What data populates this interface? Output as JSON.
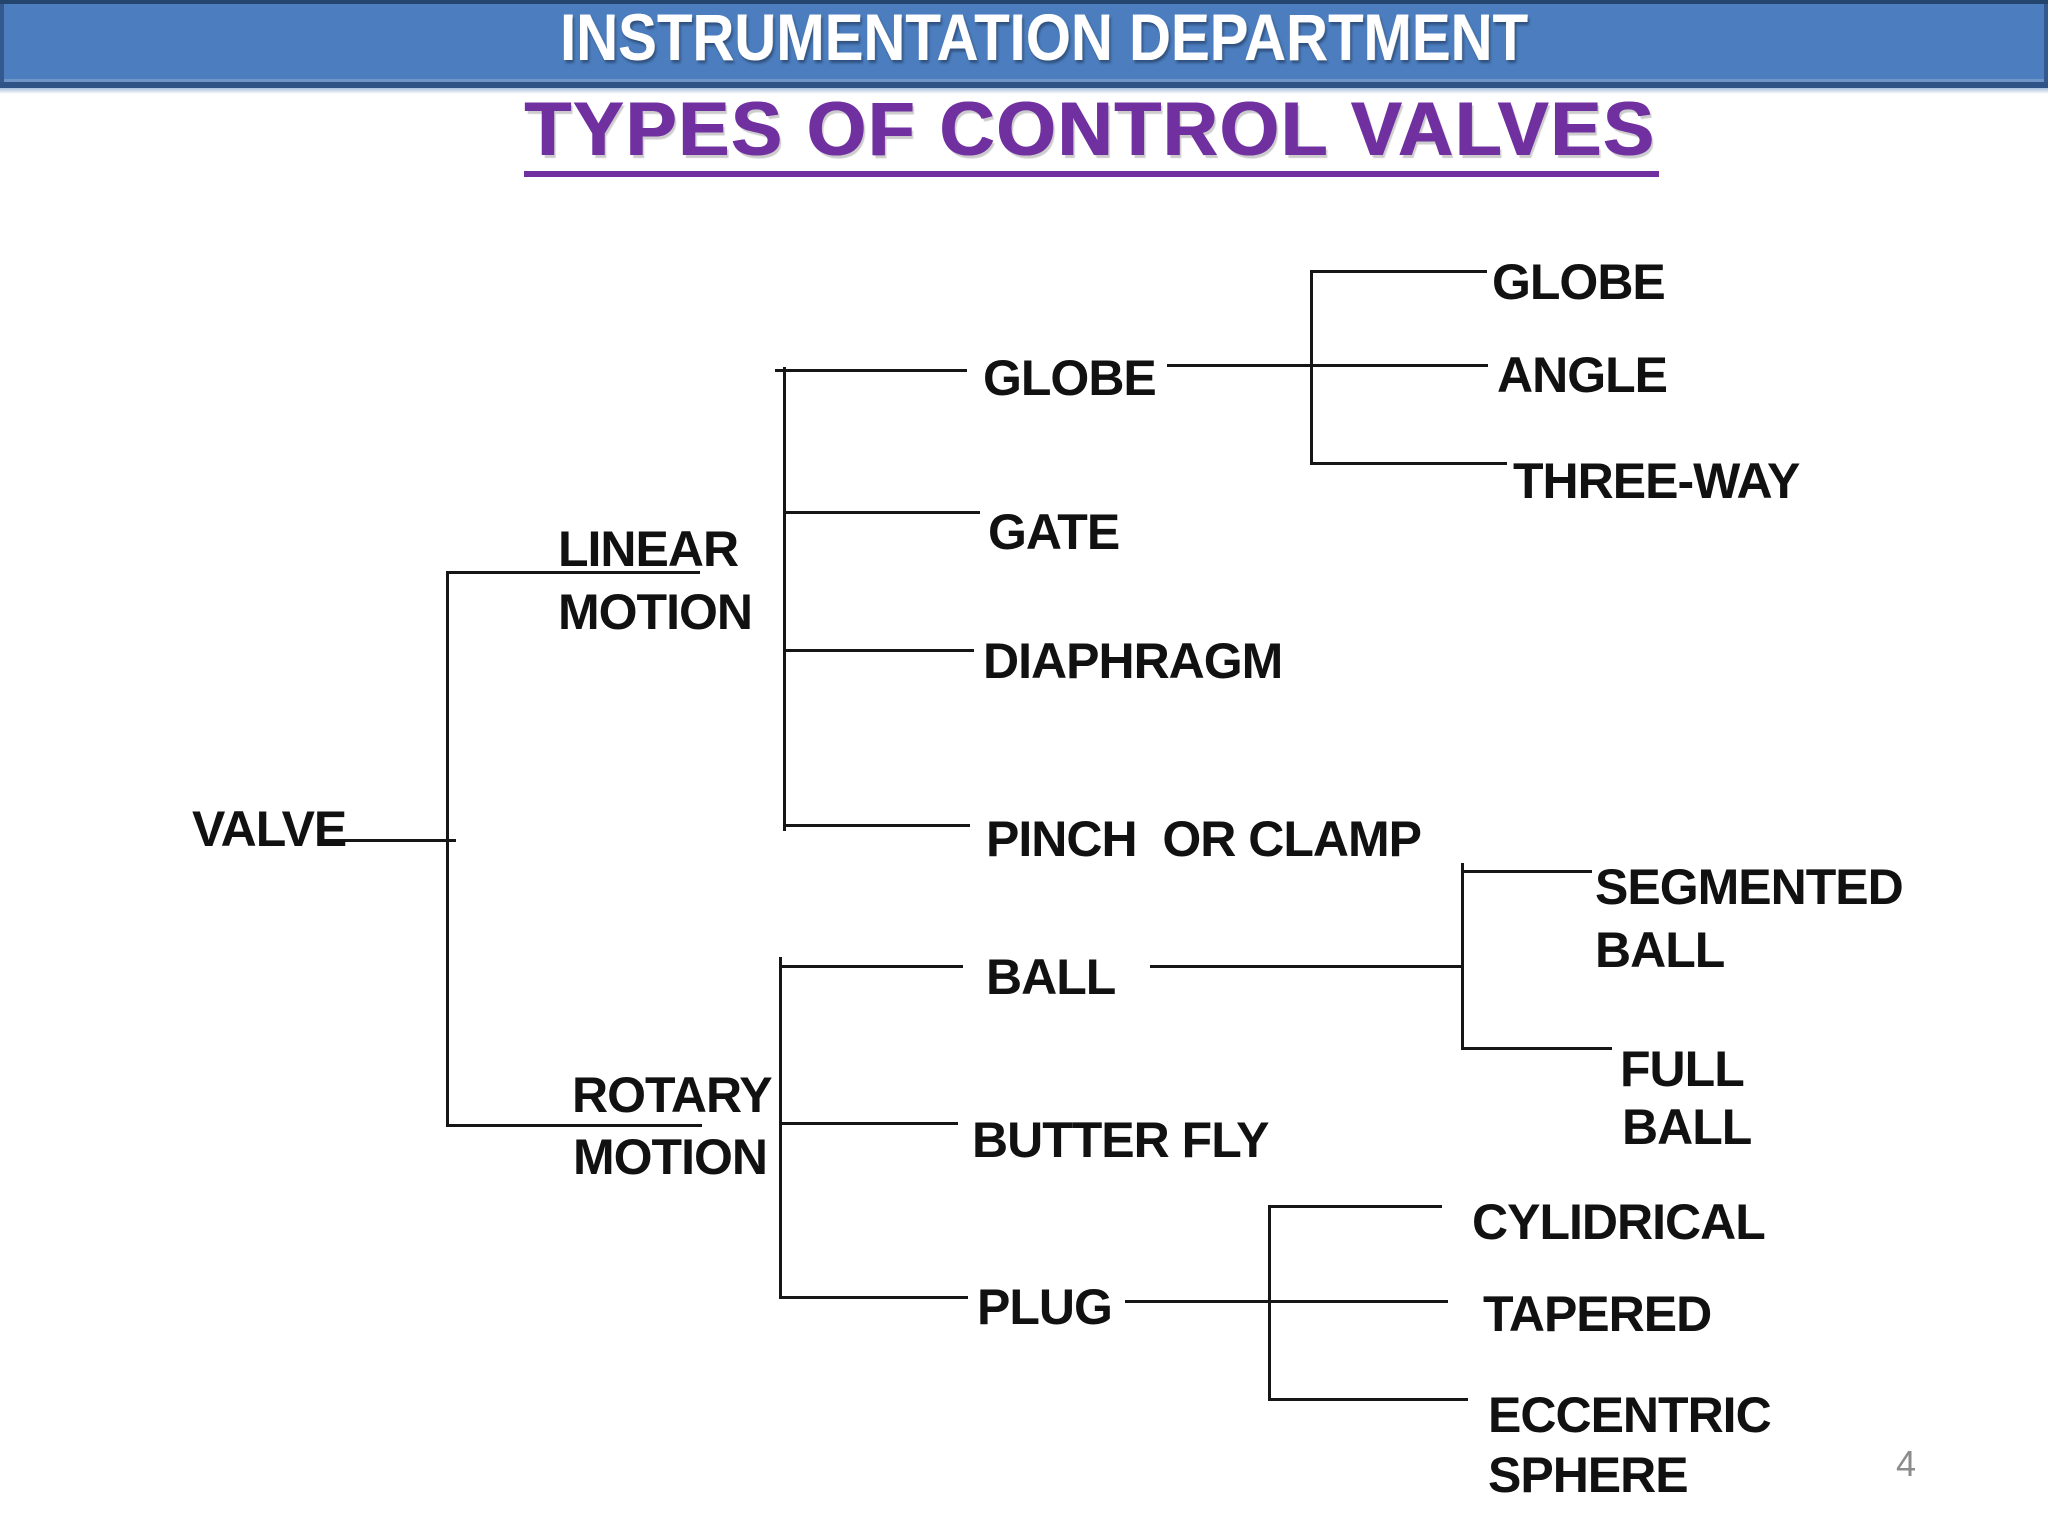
{
  "header": {
    "title": "INSTRUMENTATION DEPARTMENT",
    "bar_color": "#4C7EBF",
    "bar_border_color": "#2E5384",
    "text_color": "#FFFFFF"
  },
  "slide_title": {
    "text": "TYPES OF CONTROL VALVES",
    "color": "#7030A0",
    "underlined": true
  },
  "diagram": {
    "line_color": "#161616",
    "root_label": "VALVE",
    "linear": {
      "line1": "LINEAR",
      "line2": "MOTION"
    },
    "linear_children": {
      "globe": "GLOBE",
      "gate": "GATE",
      "diaphragm": "DIAPHRAGM",
      "pinch": "PINCH  OR CLAMP"
    },
    "globe_children": {
      "globe": "GLOBE",
      "angle": "ANGLE",
      "three_way": "THREE-WAY"
    },
    "rotary": {
      "line1": "ROTARY",
      "line2": "MOTION"
    },
    "rotary_children": {
      "ball": "BALL",
      "butterfly": "BUTTER FLY",
      "plug": "PLUG"
    },
    "ball_children": {
      "segmented": {
        "line1": "SEGMENTED",
        "line2": "BALL"
      },
      "full": {
        "line1": "FULL",
        "line2": "BALL"
      }
    },
    "plug_children": {
      "cylidrical": "CYLIDRICAL",
      "tapered": "TAPERED",
      "eccentric": {
        "line1": "ECCENTRIC",
        "line2": "SPHERE"
      }
    }
  },
  "footer": {
    "page_number": "4",
    "color": "#8C8C8C"
  }
}
